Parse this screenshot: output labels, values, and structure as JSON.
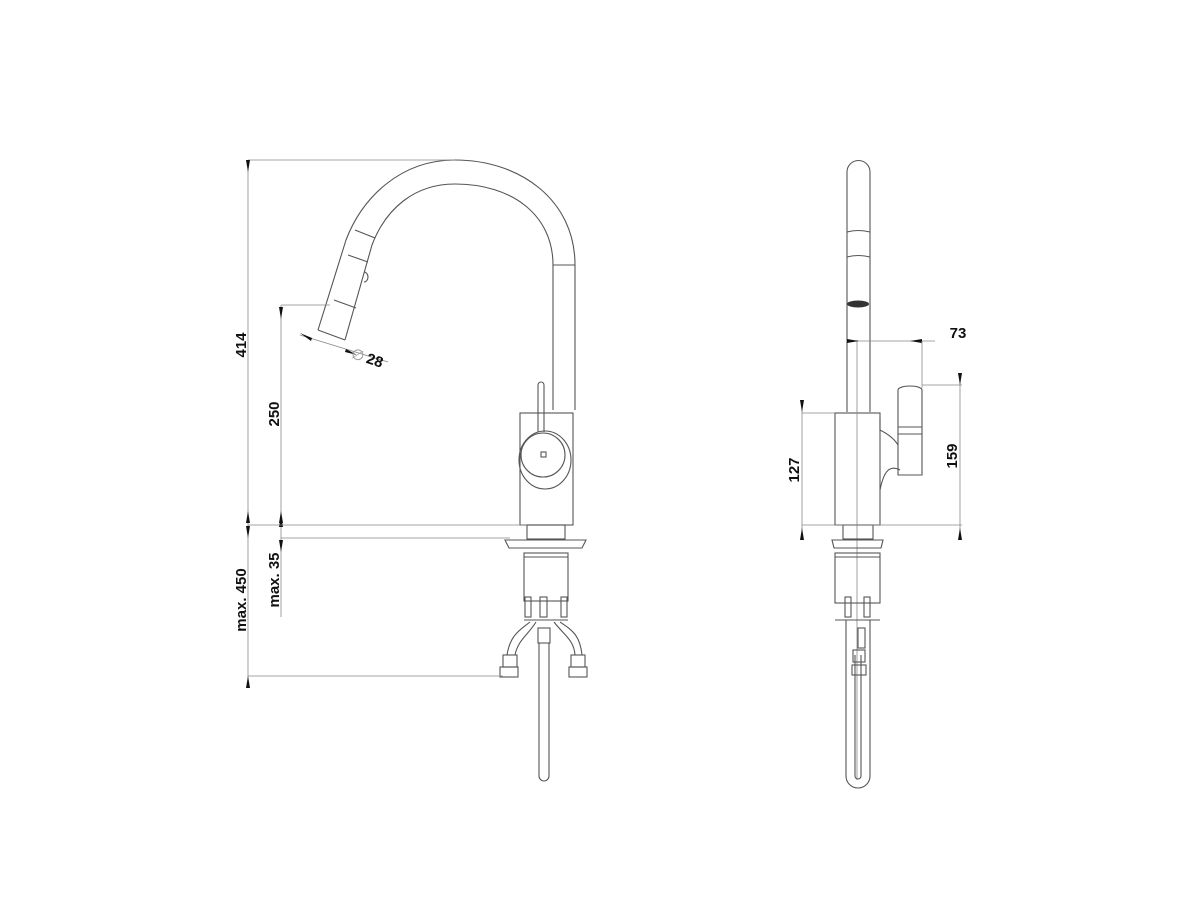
{
  "views": {
    "side": {
      "dimensions": {
        "total_height": "414",
        "spout_height": "250",
        "spray_diameter_symbol": "∅",
        "spray_diameter": "28",
        "max_deck_thickness": "max. 35",
        "max_hose_length": "max. 450"
      }
    },
    "front": {
      "dimensions": {
        "handle_offset": "73",
        "handle_height": "159",
        "body_height": "127"
      }
    }
  },
  "colors": {
    "line": "#555555",
    "dimension": "#888888",
    "text": "#111111",
    "aerator": "#333333"
  }
}
